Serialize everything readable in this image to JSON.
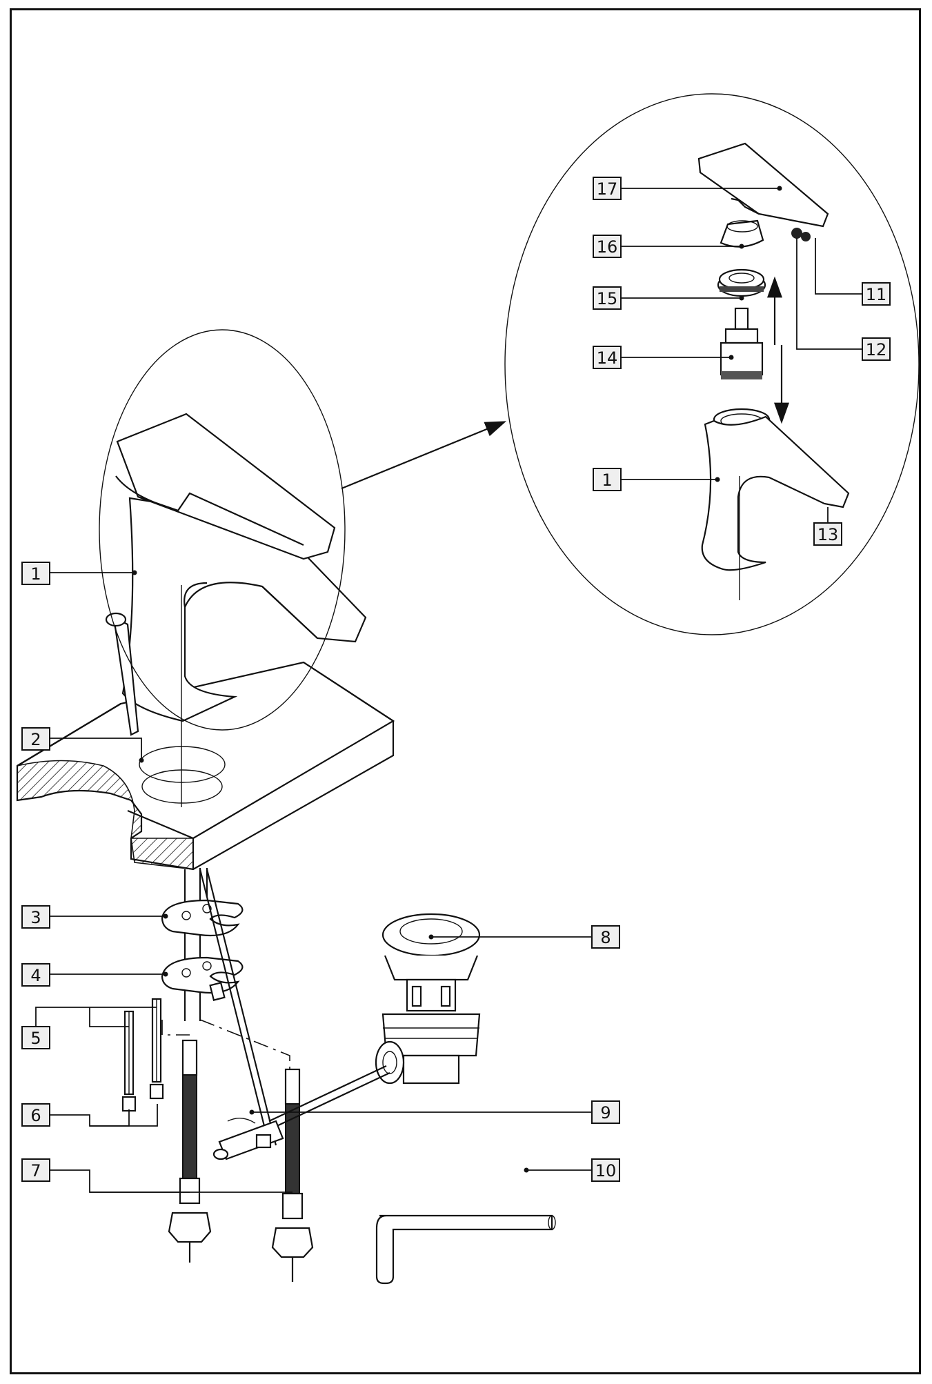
{
  "callouts": [
    {
      "id": "c1a",
      "label": "1"
    },
    {
      "id": "c2",
      "label": "2"
    },
    {
      "id": "c3",
      "label": "3"
    },
    {
      "id": "c4",
      "label": "4"
    },
    {
      "id": "c5",
      "label": "5"
    },
    {
      "id": "c6",
      "label": "6"
    },
    {
      "id": "c7",
      "label": "7"
    },
    {
      "id": "c8",
      "label": "8"
    },
    {
      "id": "c9",
      "label": "9"
    },
    {
      "id": "c10",
      "label": "10"
    },
    {
      "id": "c11",
      "label": "11"
    },
    {
      "id": "c12",
      "label": "12"
    },
    {
      "id": "c13",
      "label": "13"
    },
    {
      "id": "c14",
      "label": "14"
    },
    {
      "id": "c15",
      "label": "15"
    },
    {
      "id": "c16",
      "label": "16"
    },
    {
      "id": "c17",
      "label": "17"
    },
    {
      "id": "c1b",
      "label": "1"
    }
  ]
}
